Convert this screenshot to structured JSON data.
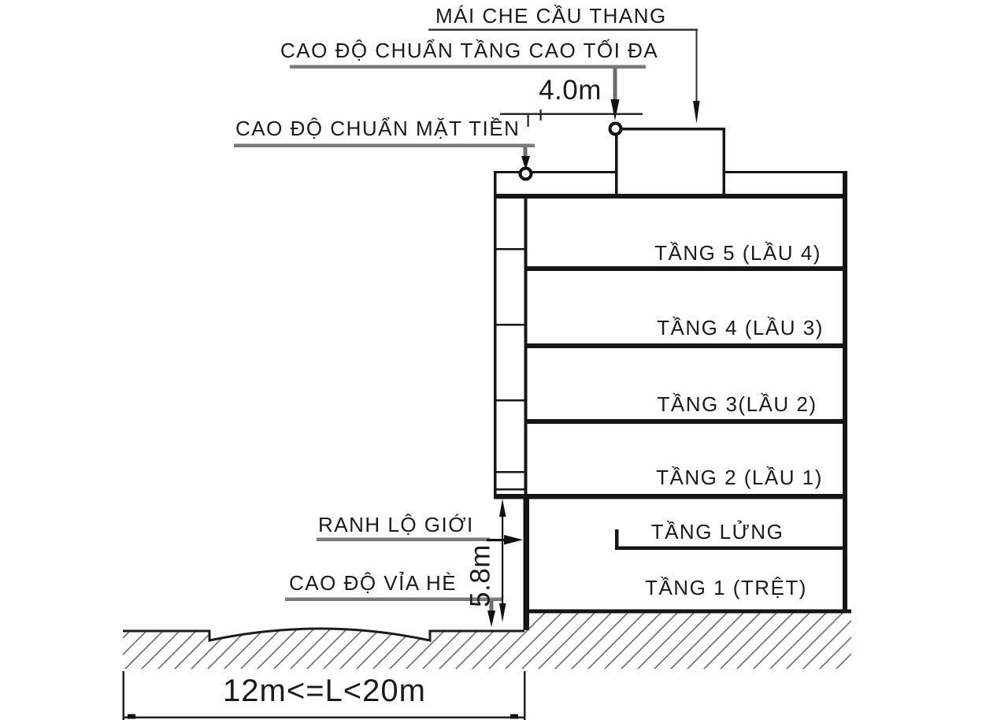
{
  "diagram": {
    "title_hint": "building-height-regulation-section",
    "annotations": {
      "roof_cover_label": "MÁI CHE CẦU THANG",
      "max_height_label": "CAO ĐỘ CHUẨN TẦNG CAO TỐI ĐA",
      "max_height_dim": "4.0m",
      "facade_level_label": "CAO ĐỘ CHUẨN MẶT TIỀN",
      "road_boundary_label": "RANH LỘ GIỚI",
      "street_height_dim": "5.8m",
      "sidewalk_level_label": "CAO ĐỘ VỈA HÈ",
      "road_width_dim": "12m<=L<20m"
    },
    "floors": [
      {
        "label": "TẦNG 5 (LẦU 4)"
      },
      {
        "label": "TẦNG 4 (LẦU 3)"
      },
      {
        "label": "TẦNG 3(LẦU 2)"
      },
      {
        "label": "TẦNG 2 (LẦU 1)"
      },
      {
        "label": "TẦNG LỬNG"
      },
      {
        "label": "TẦNG 1 (TRỆT)"
      }
    ],
    "colors": {
      "line": "#1a1a1a",
      "leader_gray": "#7a7a7a",
      "hatch_gray": "#6b6b6b",
      "background": "#ffffff"
    }
  }
}
